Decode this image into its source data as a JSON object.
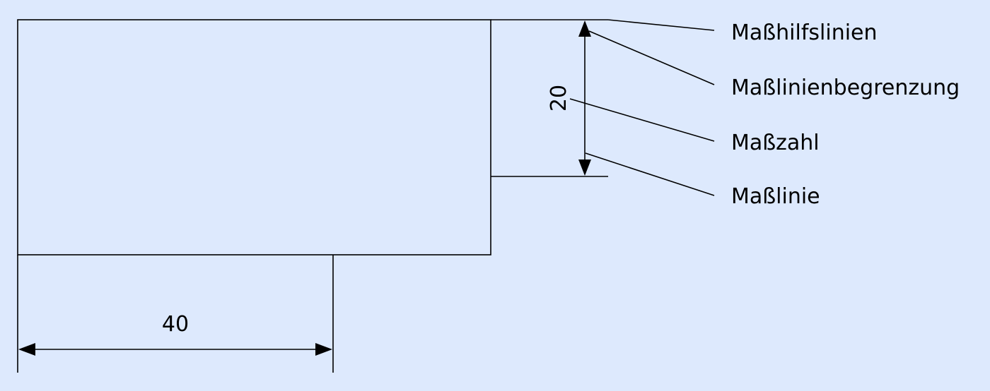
{
  "dimensions": {
    "horizontal_value": "40",
    "vertical_value": "20"
  },
  "callouts": {
    "extension_lines": "Maßhilfslinien",
    "dimension_line_terminator": "Maßlinienbegrenzung",
    "dimension_number": "Maßzahl",
    "dimension_line": "Maßlinie"
  },
  "colors": {
    "background": "#dde9fd",
    "lines": "#000000"
  }
}
